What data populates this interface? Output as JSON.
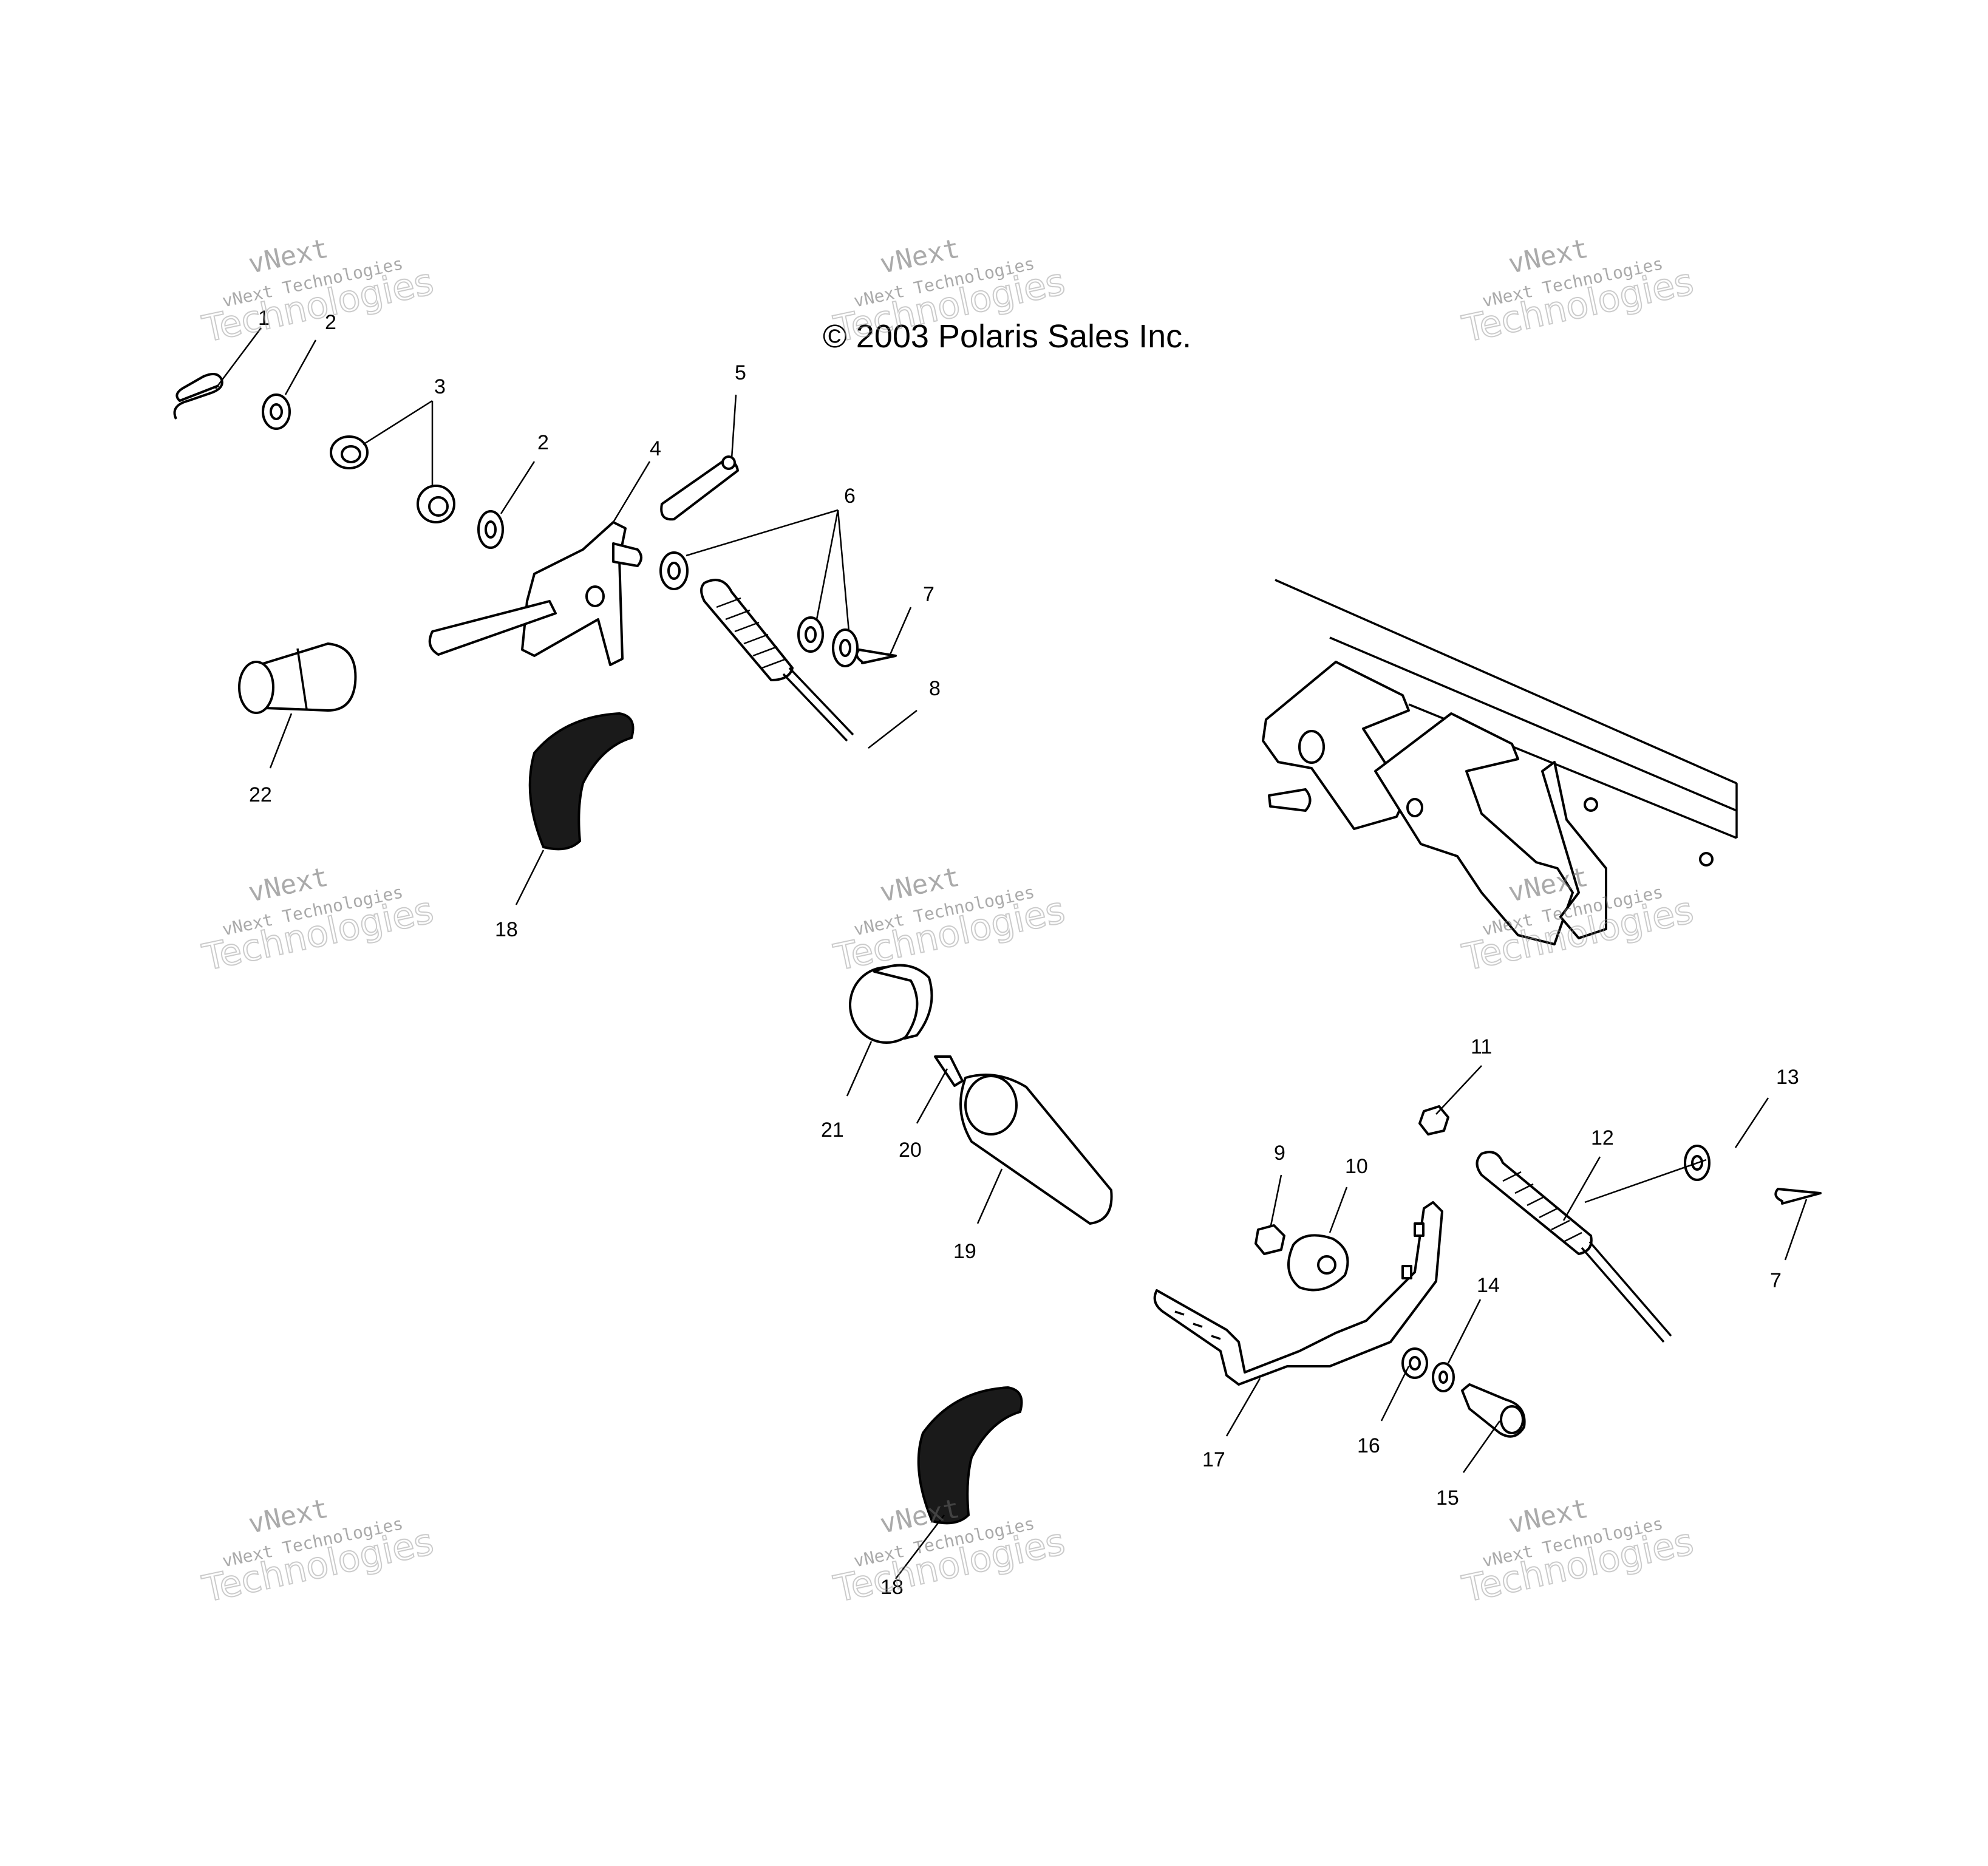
{
  "copyright": "© 2003 Polaris Sales Inc.",
  "watermark": {
    "line1": "vNext",
    "line2": "vNext Technologies",
    "line3": "Technologies"
  },
  "callouts": {
    "c1": "1",
    "c2a": "2",
    "c2b": "2",
    "c3": "3",
    "c4": "4",
    "c5": "5",
    "c6": "6",
    "c7a": "7",
    "c7b": "7",
    "c8": "8",
    "c9": "9",
    "c10": "10",
    "c11": "11",
    "c12": "12",
    "c13": "13",
    "c14": "14",
    "c15": "15",
    "c16": "16",
    "c17": "17",
    "c18a": "18",
    "c18b": "18",
    "c19": "19",
    "c20": "20",
    "c21": "21",
    "c22": "22"
  }
}
